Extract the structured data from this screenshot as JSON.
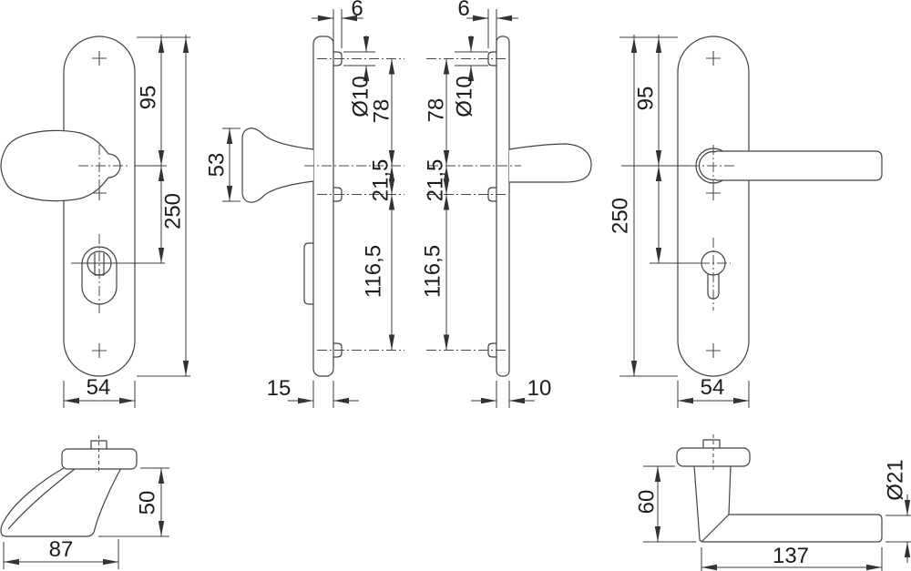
{
  "drawing": {
    "type": "technical-dimension-drawing",
    "subject": "door-security-fitting-handle-set",
    "colors": {
      "line": "#414141",
      "text": "#1c1c1c",
      "background": "#ffffff"
    },
    "labels": {
      "plate_knob_front": {
        "d95": "95",
        "d250": "250",
        "d54": "54"
      },
      "plate_knob_side": {
        "d6": "6",
        "d10dia": "Ø10",
        "d78": "78",
        "d53": "53",
        "d21_5": "21,5",
        "d116_5": "116,5",
        "d15": "15"
      },
      "plate_lever_side": {
        "d6": "6",
        "d10dia": "Ø10",
        "d78": "78",
        "d21_5": "21,5",
        "d116_5": "116,5",
        "d10": "10"
      },
      "plate_lever_front": {
        "d95": "95",
        "d250": "250",
        "d54": "54"
      },
      "knob_detail": {
        "d50": "50",
        "d87": "87"
      },
      "lever_detail": {
        "d60": "60",
        "d137": "137",
        "d21dia": "Ø21"
      }
    }
  }
}
